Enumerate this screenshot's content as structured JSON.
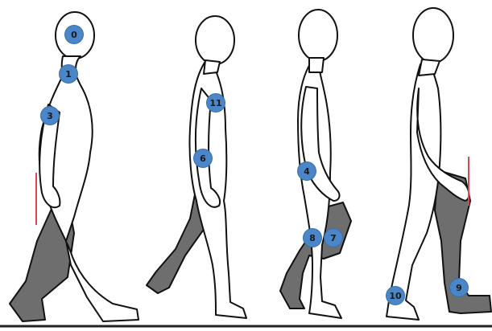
{
  "colors": {
    "marker_fill": "#4a86c8",
    "shaded_limb": "#6e6e6e",
    "reference_line": "#e0454f",
    "ground": "#222222"
  },
  "markers": {
    "m0": "0",
    "m1": "1",
    "m3": "3",
    "m11": "11",
    "m6": "6",
    "m4": "4",
    "m8": "8",
    "m7": "7",
    "m10": "10",
    "m9": "9"
  }
}
